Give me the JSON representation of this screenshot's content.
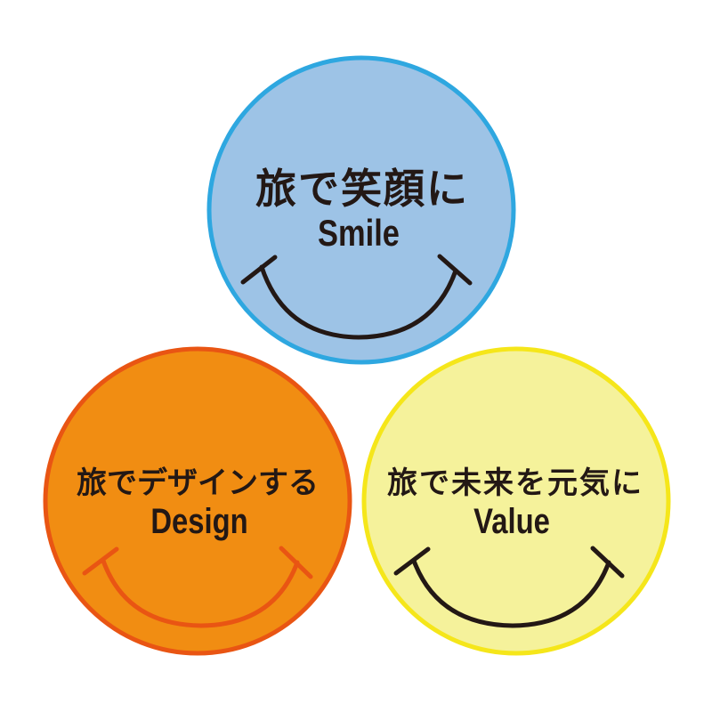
{
  "diagram": {
    "circles": [
      {
        "id": "smile",
        "title_jp": "旅で笑顔に",
        "title_en": "Smile",
        "fill": "#9DC3E6",
        "stroke": "#2EA7E0",
        "smile_color": "#231815"
      },
      {
        "id": "design",
        "title_jp": "旅でデザインする",
        "title_en": "Design",
        "fill": "#F18D12",
        "stroke": "#E95513",
        "smile_color": "#E95513"
      },
      {
        "id": "value",
        "title_jp": "旅で未来を元気に",
        "title_en": "Value",
        "fill": "#F5F29B",
        "stroke": "#F5E61A",
        "smile_color": "#231815"
      }
    ],
    "text_color": "#231815",
    "background": "#FFFFFF"
  }
}
